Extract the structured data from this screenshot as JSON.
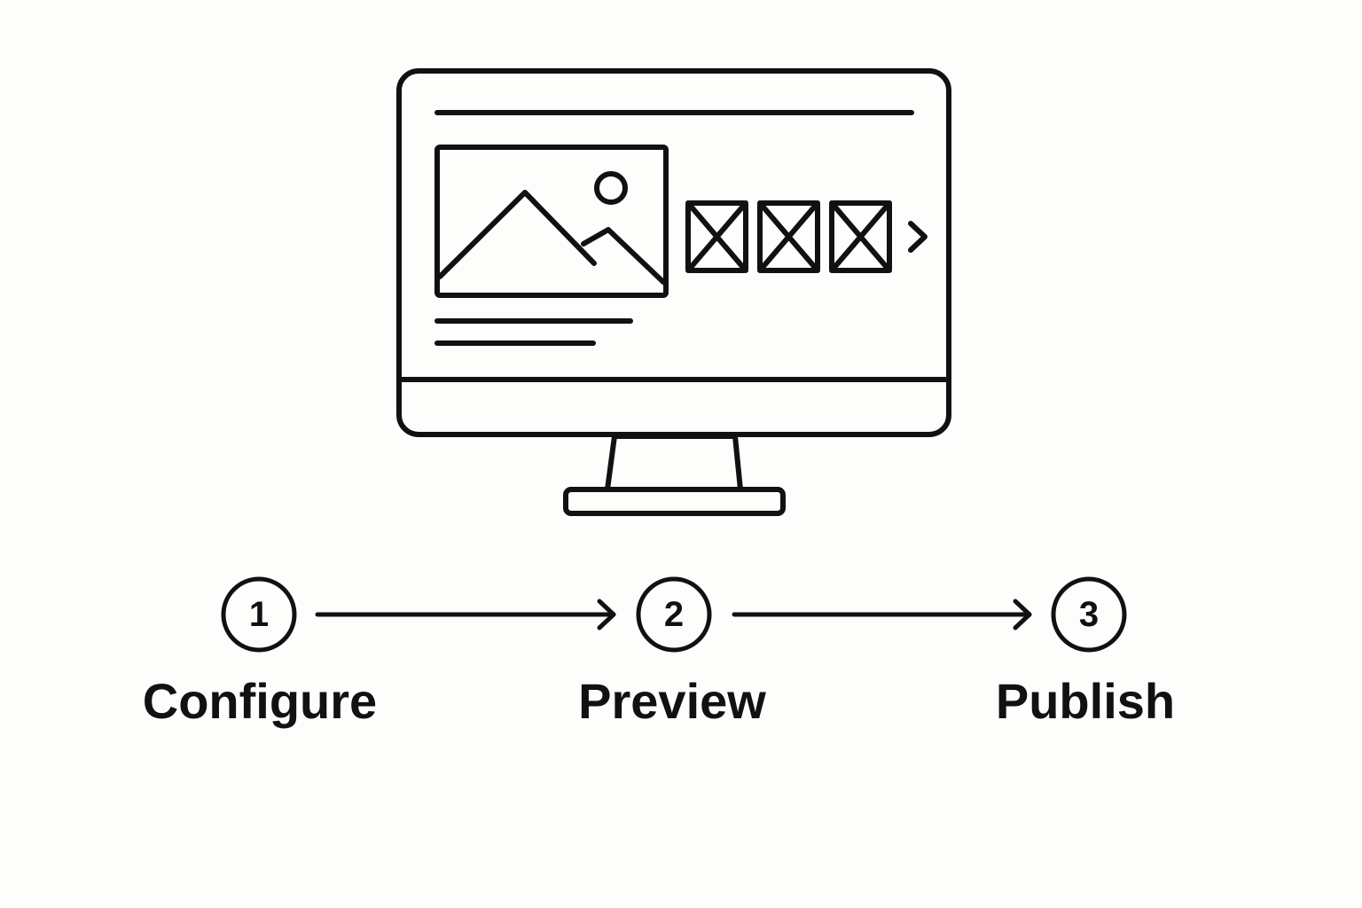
{
  "colors": {
    "background": "#fdfdfb",
    "stroke": "#111111"
  },
  "illustration": {
    "icon": "desktop-monitor-icon",
    "content": [
      "header-line-icon",
      "image-placeholder-icon",
      "thumbnail-placeholder-icon",
      "chevron-right-icon",
      "text-line-icon"
    ]
  },
  "steps": [
    {
      "number": "1",
      "label": "Configure"
    },
    {
      "number": "2",
      "label": "Preview"
    },
    {
      "number": "3",
      "label": "Publish"
    }
  ]
}
